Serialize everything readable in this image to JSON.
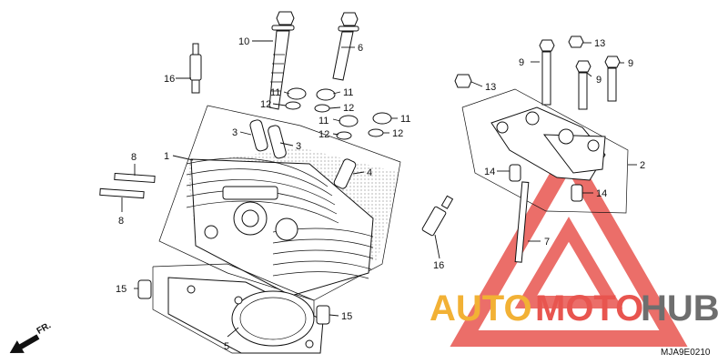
{
  "callouts": {
    "c10": "10",
    "c6": "6",
    "c16a": "16",
    "c11a": "11",
    "c12a": "12",
    "c11b": "11",
    "c12b": "12",
    "c11c": "11",
    "c12c": "12",
    "c11d": "11",
    "c12d": "12",
    "c3a": "3",
    "c3b": "3",
    "c1": "1",
    "c4": "4",
    "c8a": "8",
    "c8b": "8",
    "c15a": "15",
    "c15b": "15",
    "c5": "5",
    "c16b": "16",
    "c13a": "13",
    "c13b": "13",
    "c9a": "9",
    "c9b": "9",
    "c9c": "9",
    "c2": "2",
    "c14a": "14",
    "c14b": "14",
    "c7": "7"
  },
  "direction_label": "FR.",
  "diagram_code": "MJA9E0210",
  "watermark": {
    "part1": "AUTO",
    "part2": "MOTO",
    "part3": "HUB",
    "color_orange": "#f2b135",
    "color_red": "#e8554f",
    "color_gray": "#6e6e6e"
  }
}
